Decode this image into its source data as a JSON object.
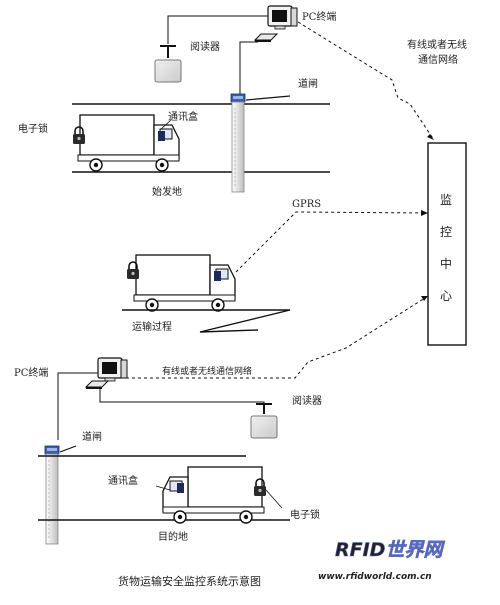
{
  "diagram": {
    "caption": "货物运输安全监控系统示意图",
    "watermark": {
      "brand": "RFID世界网",
      "url": "www.rfidworld.com.cn"
    },
    "colors": {
      "line": "#1a1a1a",
      "barrier_accent": "#3b5fb0",
      "watermark": "#7f8fd6"
    },
    "sections": {
      "departure": {
        "title": "始发地",
        "pc_label": "PC终端",
        "reader_label": "阅读器",
        "gate_label": "道闸",
        "lock_label": "电子锁",
        "comm_box_label": "通讯盒"
      },
      "transit": {
        "title": "运输过程",
        "gprs_label": "GPRS"
      },
      "destination": {
        "title": "目的地",
        "pc_label": "PC终端",
        "network_label": "有线或者无线通信网络",
        "reader_label": "阅读器",
        "gate_label": "道闸",
        "comm_box_label": "通讯盒",
        "lock_label": "电子锁"
      }
    },
    "top_network_label": {
      "line1": "有线或者无线",
      "line2": "通信网络"
    },
    "monitor_center": {
      "chars": [
        "监",
        "控",
        "中",
        "心"
      ]
    }
  }
}
